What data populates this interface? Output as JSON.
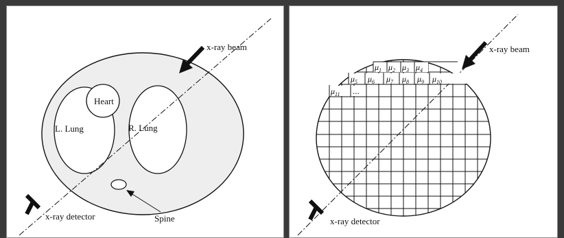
{
  "left_panel": {
    "beam_label": "x-ray beam",
    "detector_label": "x-ray detector",
    "heart_label": "Heart",
    "left_lung_label": "L. Lung",
    "right_lung_label": "R. Lung",
    "spine_label": "Spine"
  },
  "right_panel": {
    "beam_label": "x-ray beam",
    "detector_label": "x-ray detector",
    "cell_labels": [
      {
        "sym": "μ",
        "sub": "1"
      },
      {
        "sym": "μ",
        "sub": "2"
      },
      {
        "sym": "μ",
        "sub": "3"
      },
      {
        "sym": "μ",
        "sub": "4"
      },
      {
        "sym": "μ",
        "sub": "5"
      },
      {
        "sym": "μ",
        "sub": "6"
      },
      {
        "sym": "μ",
        "sub": "7"
      },
      {
        "sym": "μ",
        "sub": "8"
      },
      {
        "sym": "μ",
        "sub": "9"
      },
      {
        "sym": "μ",
        "sub": "10"
      },
      {
        "sym": "μ",
        "sub": "11"
      }
    ],
    "ellipsis": "..."
  },
  "colors": {
    "background": "#3a3a3a",
    "panel": "#ffffff",
    "body_fill": "#eeeeee",
    "ink": "#111111"
  }
}
